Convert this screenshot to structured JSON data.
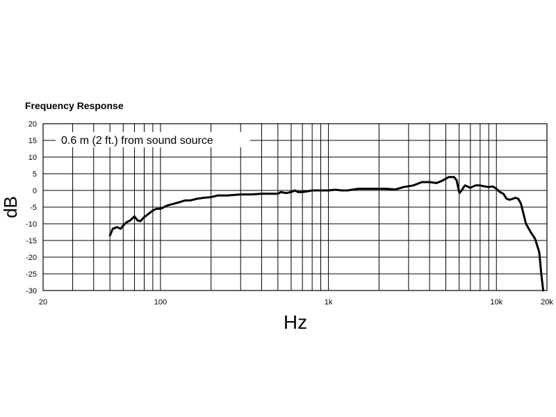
{
  "chart_data": {
    "type": "line",
    "title": "Frequency Response",
    "xlabel": "Hz",
    "ylabel": "dB",
    "xscale": "log",
    "xlim": [
      20,
      20000
    ],
    "ylim": [
      -30,
      20
    ],
    "x_tick_labels": [
      {
        "value": 20,
        "label": "20"
      },
      {
        "value": 100,
        "label": "100"
      },
      {
        "value": 1000,
        "label": "1k"
      },
      {
        "value": 10000,
        "label": "10k"
      },
      {
        "value": 20000,
        "label": "20k"
      }
    ],
    "y_ticks": [
      20,
      15,
      10,
      5,
      0,
      -5,
      -10,
      -15,
      -20,
      -25,
      -30
    ],
    "grid": true,
    "annotation": "0.6 m (2 ft.) from sound source",
    "series": [
      {
        "color": "#000000",
        "x": [
          50,
          52,
          55,
          58,
          60,
          63,
          66,
          70,
          73,
          76,
          80,
          85,
          90,
          95,
          100,
          105,
          110,
          120,
          130,
          140,
          150,
          165,
          180,
          200,
          220,
          250,
          300,
          350,
          400,
          450,
          500,
          520,
          560,
          600,
          630,
          660,
          700,
          760,
          800,
          900,
          1000,
          1100,
          1200,
          1300,
          1500,
          1700,
          2000,
          2200,
          2500,
          2800,
          3200,
          3600,
          4000,
          4400,
          4800,
          5200,
          5600,
          5800,
          6000,
          6050,
          6200,
          6500,
          7000,
          7500,
          8000,
          8500,
          9000,
          9500,
          10000,
          10500,
          11000,
          11500,
          12000,
          12500,
          13000,
          13500,
          14000,
          14500,
          15000,
          16000,
          17000,
          18000,
          18500,
          19000
        ],
        "y": [
          -13.5,
          -11.5,
          -11,
          -11.5,
          -10.5,
          -9.5,
          -9,
          -7.8,
          -9,
          -9.2,
          -8,
          -7,
          -6,
          -5.5,
          -5.5,
          -5,
          -4.5,
          -4,
          -3.5,
          -3,
          -3,
          -2.5,
          -2.2,
          -2,
          -1.5,
          -1.5,
          -1.2,
          -1.2,
          -1,
          -1,
          -1,
          -0.5,
          -0.8,
          -0.5,
          0,
          -0.5,
          -0.5,
          -0.2,
          0,
          0,
          0,
          0.2,
          0,
          0,
          0.5,
          0.5,
          0.5,
          0.5,
          0.3,
          1,
          1.5,
          2.5,
          2.5,
          2.2,
          3,
          4,
          4,
          3,
          -0.5,
          -0.7,
          0,
          1.5,
          0.8,
          1.5,
          1.5,
          1.2,
          1,
          1.2,
          0.5,
          -0.5,
          -1,
          -2.5,
          -2.8,
          -2.5,
          -2.2,
          -2.5,
          -4,
          -7,
          -10,
          -12.5,
          -14.5,
          -18.5,
          -25,
          -30
        ]
      }
    ]
  }
}
